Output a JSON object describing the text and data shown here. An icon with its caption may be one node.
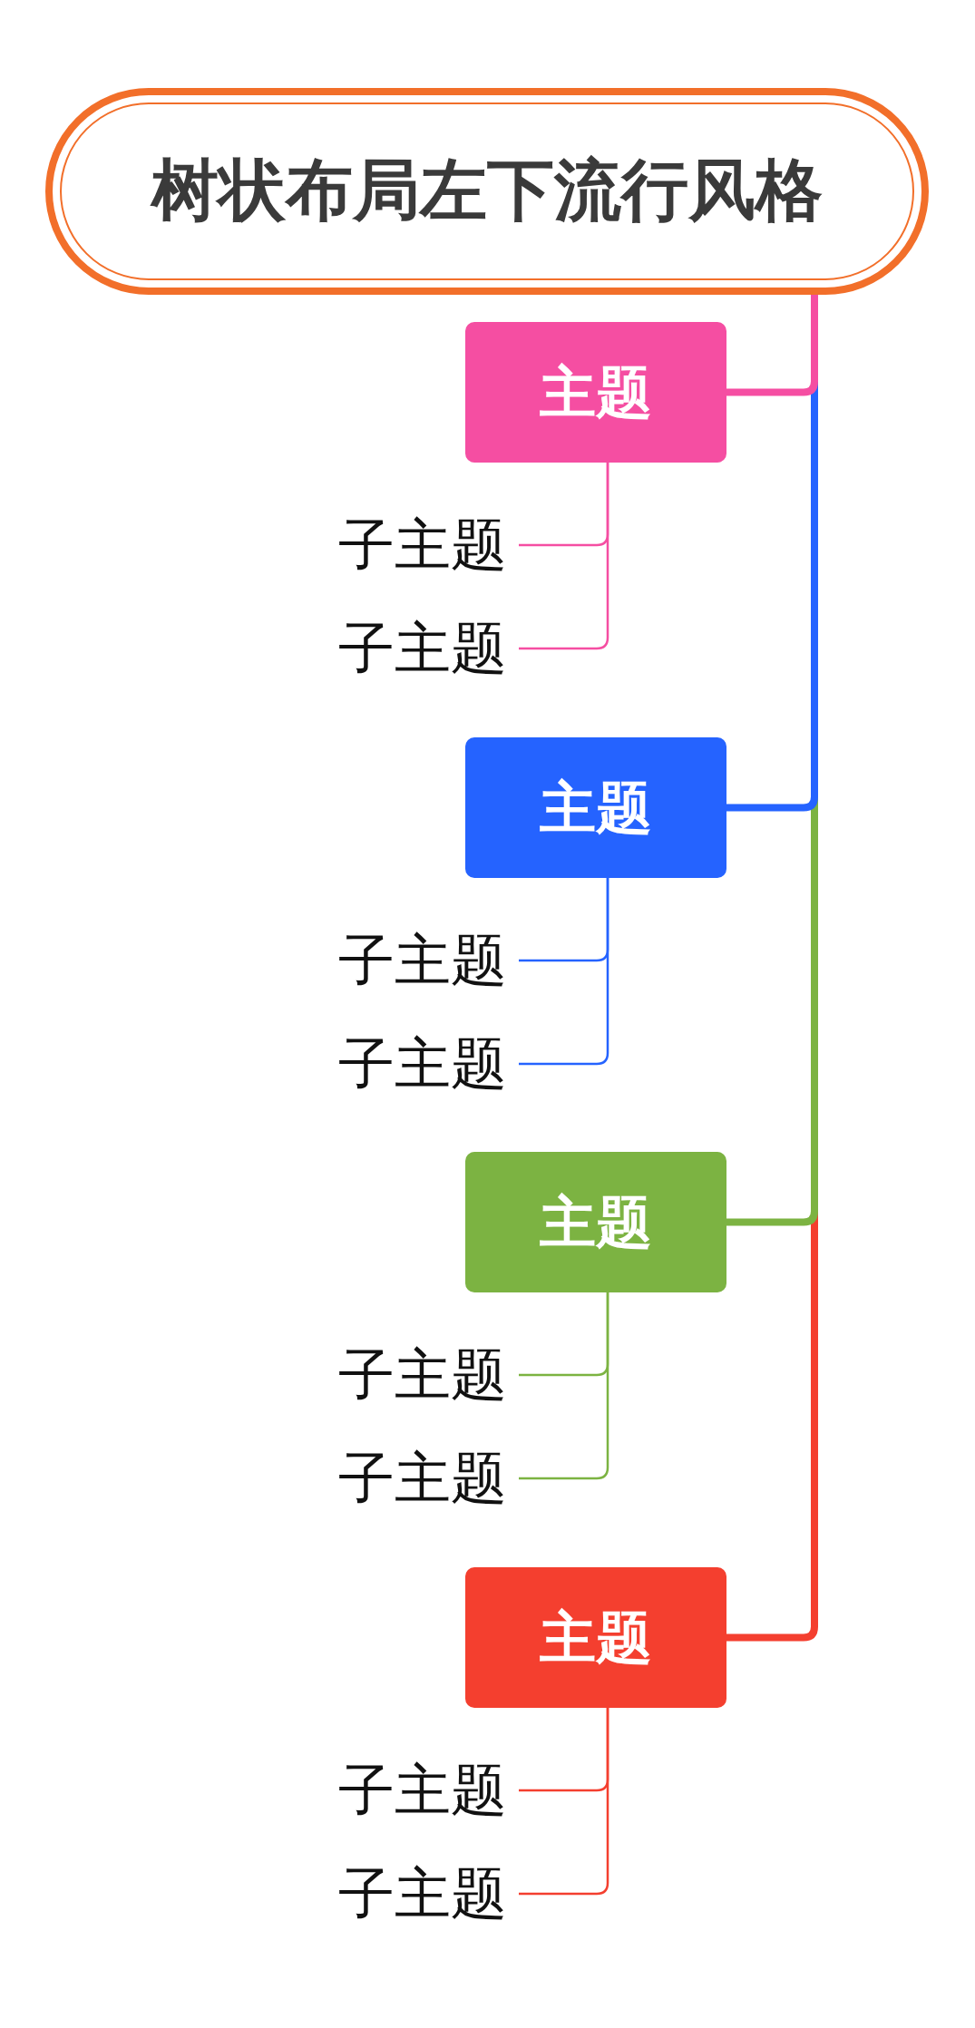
{
  "diagram": {
    "nodes": [
      {
        "text": [
          "树状布局左下流行风格"
        ]
      },
      {
        "text": [
          "主题"
        ]
      },
      {
        "text": [
          "子主题"
        ]
      },
      {
        "text": [
          "子主题"
        ]
      },
      {
        "text": [
          "主题"
        ]
      },
      {
        "text": [
          "子主题"
        ]
      },
      {
        "text": [
          "子主题"
        ]
      },
      {
        "text": [
          "主题"
        ]
      },
      {
        "text": [
          "子主题"
        ]
      },
      {
        "text": [
          "子主题"
        ]
      },
      {
        "text": [
          "主题"
        ]
      },
      {
        "text": [
          "子主题"
        ]
      },
      {
        "text": [
          "子主题"
        ]
      }
    ],
    "edges": [
      {
        "from": 0,
        "to": 1,
        "arrow": "none",
        "style": "thick",
        "color": "#f54ea2"
      },
      {
        "from": 1,
        "to": 2,
        "arrow": "none",
        "color": "#f54ea2"
      },
      {
        "from": 1,
        "to": 3,
        "arrow": "none",
        "color": "#f54ea2"
      },
      {
        "from": 0,
        "to": 4,
        "arrow": "none",
        "style": "thick",
        "color": "#2563ff"
      },
      {
        "from": 4,
        "to": 5,
        "arrow": "none",
        "color": "#2563ff"
      },
      {
        "from": 4,
        "to": 6,
        "arrow": "none",
        "color": "#2563ff"
      },
      {
        "from": 0,
        "to": 7,
        "arrow": "none",
        "style": "thick",
        "color": "#7cb342"
      },
      {
        "from": 7,
        "to": 8,
        "arrow": "none",
        "color": "#7cb342"
      },
      {
        "from": 7,
        "to": 9,
        "arrow": "none",
        "color": "#7cb342"
      },
      {
        "from": 0,
        "to": 10,
        "arrow": "none",
        "style": "thick",
        "color": "#f43f2f"
      },
      {
        "from": 10,
        "to": 11,
        "arrow": "none",
        "color": "#f43f2f"
      },
      {
        "from": 10,
        "to": 12,
        "arrow": "none",
        "color": "#f43f2f"
      }
    ]
  }
}
